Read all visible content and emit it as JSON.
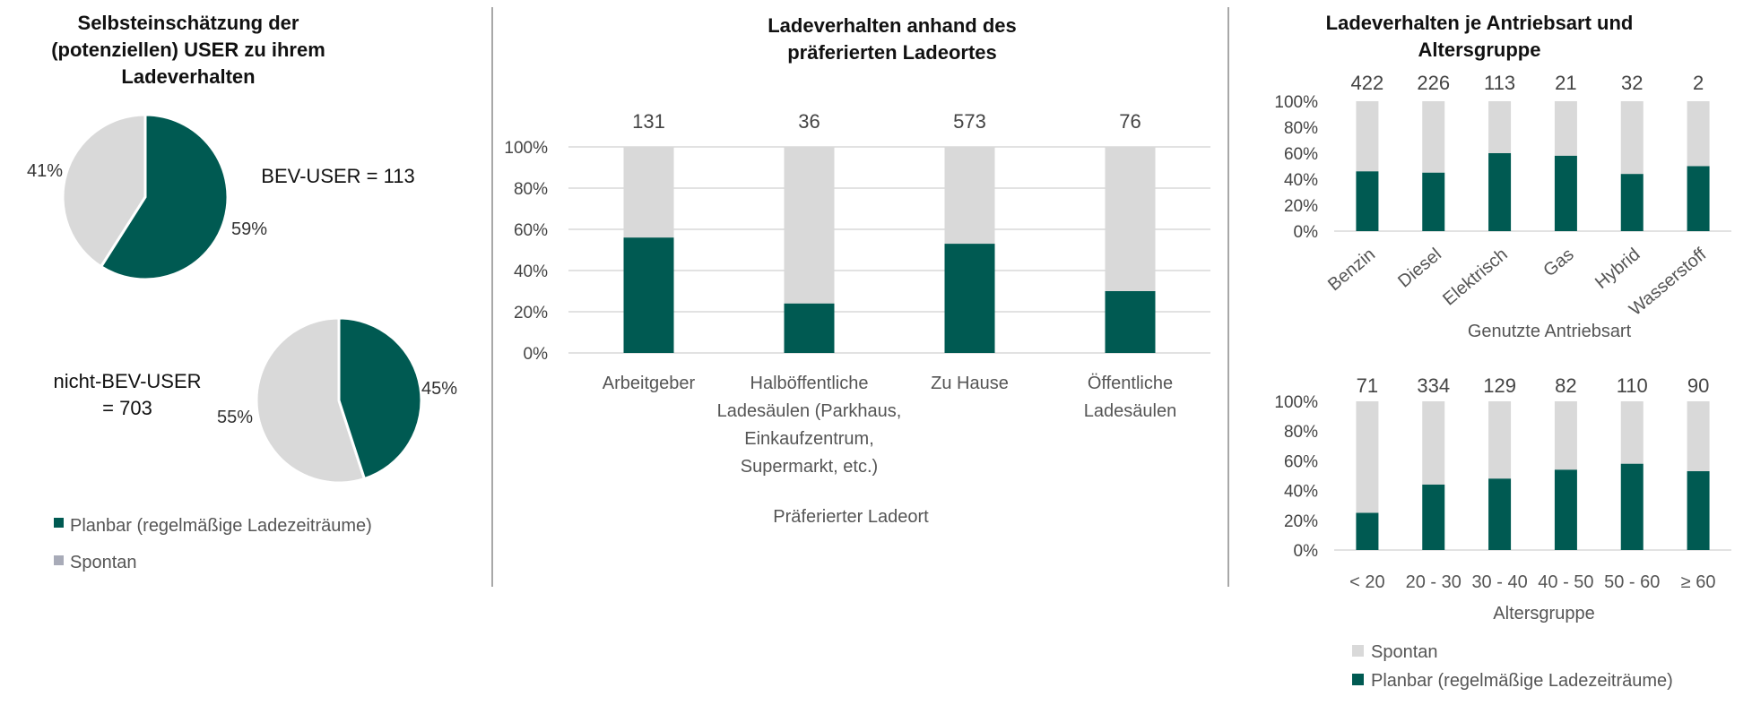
{
  "colors": {
    "planbar": "#005A52",
    "spontan": "#D9D9D9",
    "grid": "#D0D0D0",
    "divider": "#8C8C8C"
  },
  "panel_left": {
    "title_lines": [
      "Selbsteinschätzung der",
      "(potenziellen) USER zu ihrem",
      "Ladeverhalten"
    ],
    "pie1": {
      "label_lines": [
        "BEV-USER = 113"
      ],
      "planbar_label": "59%",
      "spontan_label": "41%"
    },
    "pie2": {
      "label_lines": [
        "nicht-BEV-USER",
        "= 703"
      ],
      "planbar_label": "45%",
      "spontan_label": "55%"
    },
    "legend": [
      "Planbar (regelmäßige Ladezeiträume)",
      "Spontan"
    ]
  },
  "panel_mid": {
    "title_lines": [
      "Ladeverhalten anhand des",
      "präferierten Ladeortes"
    ],
    "xlabel": "Präferierter Ladeort"
  },
  "panel_right": {
    "title_lines": [
      "Ladeverhalten je Antriebsart und",
      "Altersgruppe"
    ],
    "legend": [
      "Spontan",
      "Planbar (regelmäßige Ladezeiträume)"
    ]
  },
  "chart_data": [
    {
      "type": "pie",
      "title": "Selbsteinschätzung der (potenziellen) USER zu ihrem Ladeverhalten",
      "subtitle": "BEV-USER = 113",
      "labels": [
        "Planbar (regelmäßige Ladezeiträume)",
        "Spontan"
      ],
      "values": [
        59,
        41
      ]
    },
    {
      "type": "pie",
      "subtitle": "nicht-BEV-USER = 703",
      "labels": [
        "Planbar (regelmäßige Ladezeiträume)",
        "Spontan"
      ],
      "values": [
        45,
        55
      ]
    },
    {
      "type": "bar",
      "stacked": true,
      "title": "Ladeverhalten anhand des präferierten Ladeortes",
      "xlabel": "Präferierter Ladeort",
      "ylabel": "",
      "ylim": [
        0,
        100
      ],
      "yticks": [
        "0%",
        "20%",
        "40%",
        "60%",
        "80%",
        "100%"
      ],
      "grid": true,
      "categories": [
        [
          "Arbeitgeber"
        ],
        [
          "Halböffentliche",
          "Ladesäulen (Parkhaus,",
          "Einkaufzentrum,",
          "Supermarkt, etc.)"
        ],
        [
          "Zu Hause"
        ],
        [
          "Öffentliche",
          "Ladesäulen"
        ]
      ],
      "counts": [
        "131",
        "36",
        "573",
        "76"
      ],
      "series": [
        {
          "name": "Planbar (regelmäßige Ladezeiträume)",
          "values": [
            56,
            24,
            53,
            30
          ]
        },
        {
          "name": "Spontan",
          "values": [
            44,
            76,
            47,
            70
          ]
        }
      ]
    },
    {
      "type": "bar",
      "stacked": true,
      "xlabel": "Genutzte Antriebsart",
      "ylabel": "",
      "ylim": [
        0,
        100
      ],
      "yticks": [
        "0%",
        "20%",
        "40%",
        "60%",
        "80%",
        "100%"
      ],
      "grid": false,
      "categories": [
        "Benzin",
        "Diesel",
        "Elektrisch",
        "Gas",
        "Hybrid",
        "Wasserstoff"
      ],
      "counts": [
        "422",
        "226",
        "113",
        "21",
        "32",
        "2"
      ],
      "series": [
        {
          "name": "Planbar (regelmäßige Ladezeiträume)",
          "values": [
            46,
            45,
            60,
            58,
            44,
            50
          ]
        },
        {
          "name": "Spontan",
          "values": [
            54,
            55,
            40,
            42,
            56,
            50
          ]
        }
      ]
    },
    {
      "type": "bar",
      "stacked": true,
      "xlabel": "Altersgruppe",
      "ylabel": "",
      "ylim": [
        0,
        100
      ],
      "yticks": [
        "0%",
        "20%",
        "40%",
        "60%",
        "80%",
        "100%"
      ],
      "grid": false,
      "categories": [
        "< 20",
        "20 - 30",
        "30 - 40",
        "40 - 50",
        "50 - 60",
        "≥ 60"
      ],
      "counts": [
        "71",
        "334",
        "129",
        "82",
        "110",
        "90"
      ],
      "series": [
        {
          "name": "Planbar (regelmäßige Ladezeiträume)",
          "values": [
            25,
            44,
            48,
            54,
            58,
            53
          ]
        },
        {
          "name": "Spontan",
          "values": [
            75,
            56,
            52,
            46,
            42,
            47
          ]
        }
      ]
    }
  ]
}
